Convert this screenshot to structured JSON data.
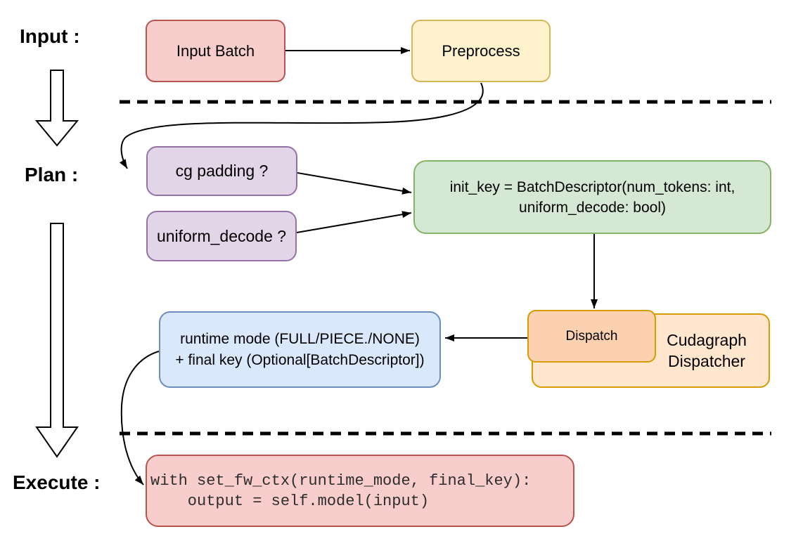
{
  "diagram": {
    "background": "#ffffff",
    "arrow_color": "#000000",
    "stages": {
      "input": "Input :",
      "plan": "Plan :",
      "execute": "Execute :"
    },
    "nodes": {
      "input_batch": {
        "label": "Input Batch",
        "fill": "#f8cecc",
        "stroke": "#b85450"
      },
      "preprocess": {
        "label": "Preprocess",
        "fill": "#fff2cc",
        "stroke": "#d6b656"
      },
      "cg_padding": {
        "label": "cg padding ?",
        "fill": "#e1d5e7",
        "stroke": "#9673a6"
      },
      "uniform_decode": {
        "label": "uniform_decode ?",
        "fill": "#e1d5e7",
        "stroke": "#9673a6"
      },
      "init_key": {
        "line1": "init_key = BatchDescriptor(num_tokens: int,",
        "line2": "uniform_decode: bool)",
        "fill": "#d5e8d4",
        "stroke": "#82b366"
      },
      "dispatch": {
        "label": "Dispatch",
        "fill": "#fbd1af",
        "stroke": "#d79b00"
      },
      "cudagraph_dispatcher": {
        "label": "Cudagraph Dispatcher",
        "fill": "#ffe6cc",
        "stroke": "#d79b00"
      },
      "runtime_mode": {
        "line1": "runtime mode (FULL/PIECE./NONE)",
        "line2": "+ final key (Optional[BatchDescriptor])",
        "fill": "#dae8fc",
        "stroke": "#6c8ebf"
      },
      "execute_code": {
        "line1": "with set_fw_ctx(runtime_mode, final_key):",
        "line2": "    output = self.model(input)",
        "fill": "#f8cecc",
        "stroke": "#b85450",
        "text_color": "#2d2d2d"
      }
    },
    "edges": [
      {
        "from": "input_batch",
        "to": "preprocess"
      },
      {
        "from": "preprocess",
        "to": "cg_padding"
      },
      {
        "from": "cg_padding",
        "to": "init_key"
      },
      {
        "from": "uniform_decode",
        "to": "init_key"
      },
      {
        "from": "init_key",
        "to": "dispatch"
      },
      {
        "from": "dispatch",
        "to": "runtime_mode"
      },
      {
        "from": "runtime_mode",
        "to": "execute_code"
      }
    ]
  }
}
